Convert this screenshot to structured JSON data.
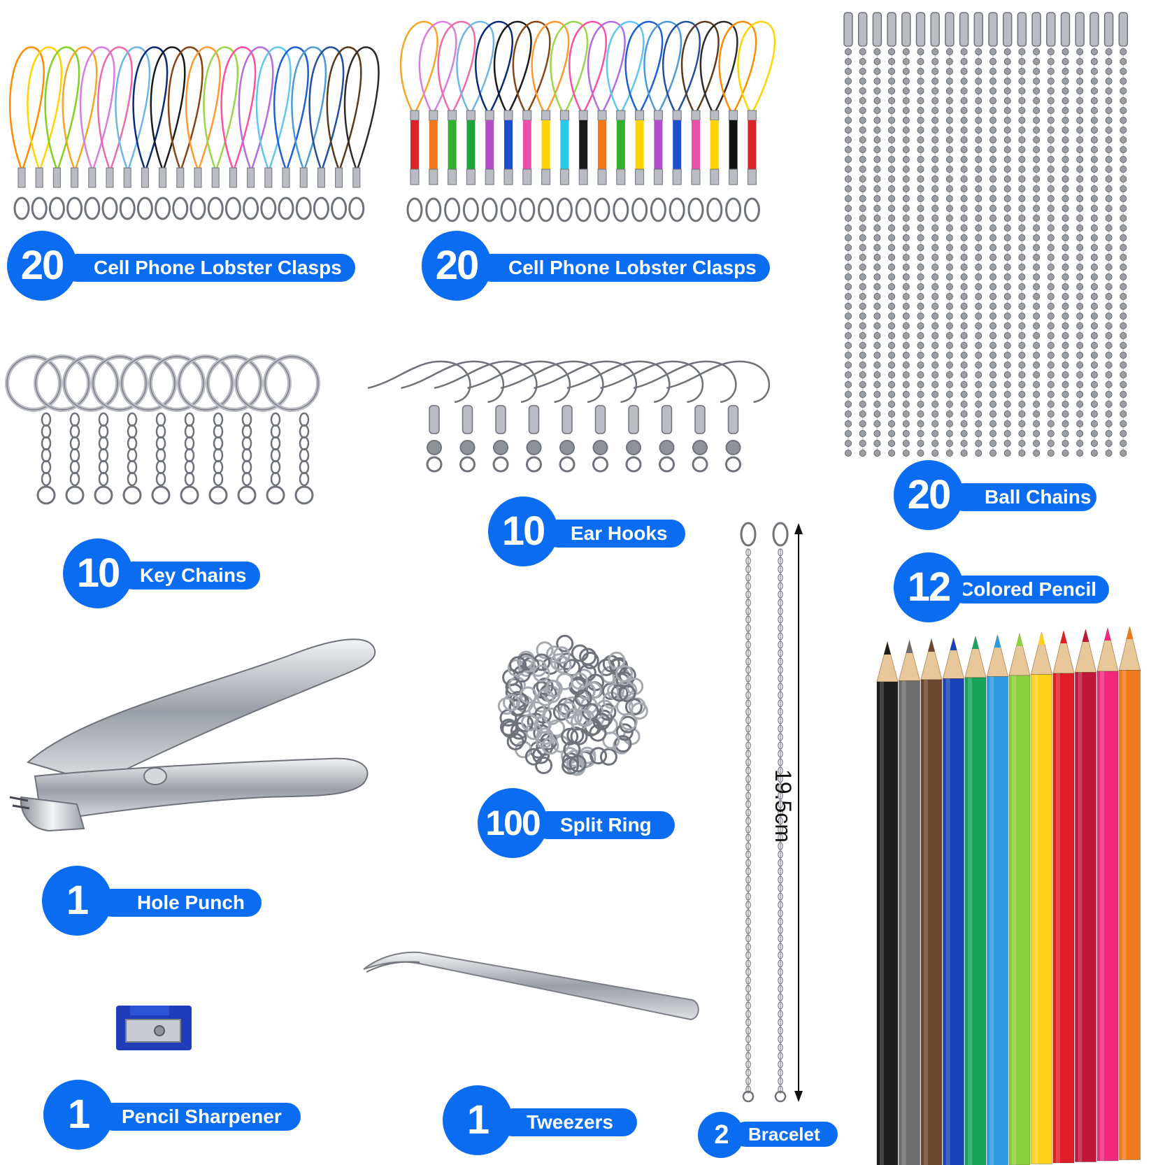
{
  "colors": {
    "badge": "#0a6cf0",
    "metal": "#b9bcc2",
    "metal_dark": "#6e727a",
    "cords": [
      "#ff8c00",
      "#ffd400",
      "#7ed321",
      "#f5a623",
      "#d87de0",
      "#f06aa8",
      "#6fb6e8",
      "#0b2b7a",
      "#1a1a1a",
      "#8b4513",
      "#ff9a2e",
      "#9bd64a",
      "#ff4fa0",
      "#b36de0",
      "#5fc7f0",
      "#1c5fd6",
      "#4d9ad8",
      "#234f9c",
      "#5a3a1e",
      "#2b2b2b"
    ],
    "braids": [
      "#d8262a",
      "#f07a1a",
      "#2fb02f",
      "#1fa43c",
      "#b04fc8",
      "#1a4fd0",
      "#ec4fa8",
      "#ffd400",
      "#28c8e8",
      "#1a1a1a",
      "#f07a1a",
      "#2fb02f",
      "#ffd400",
      "#b04fc8",
      "#1a4fd0",
      "#ec4fa8",
      "#ffd400",
      "#111111"
    ],
    "pencils": [
      "#1d1d1d",
      "#6d6d6d",
      "#6b4630",
      "#1b43b8",
      "#19a35a",
      "#2e9be0",
      "#8bd13e",
      "#ffd21a",
      "#e01e26",
      "#c0163a",
      "#f0287e",
      "#f07a1a"
    ]
  },
  "items": {
    "lobster_a": {
      "count": "20",
      "label": "Cell Phone Lobster Clasps"
    },
    "lobster_b": {
      "count": "20",
      "label": "Cell Phone Lobster Clasps"
    },
    "ball_chains": {
      "count": "20",
      "label": "Ball Chains"
    },
    "key_chains": {
      "count": "10",
      "label": "Key Chains"
    },
    "ear_hooks": {
      "count": "10",
      "label": "Ear Hooks"
    },
    "colored_pencil": {
      "count": "12",
      "label": "Colored Pencil"
    },
    "split_ring": {
      "count": "100",
      "label": "Split Ring"
    },
    "hole_punch": {
      "count": "1",
      "label": "Hole Punch"
    },
    "pencil_sharpener": {
      "count": "1",
      "label": "Pencil Sharpener"
    },
    "tweezers": {
      "count": "1",
      "label": "Tweezers"
    },
    "bracelet": {
      "count": "2",
      "label": "Bracelet"
    }
  },
  "bracelet_length": "19.5cm"
}
